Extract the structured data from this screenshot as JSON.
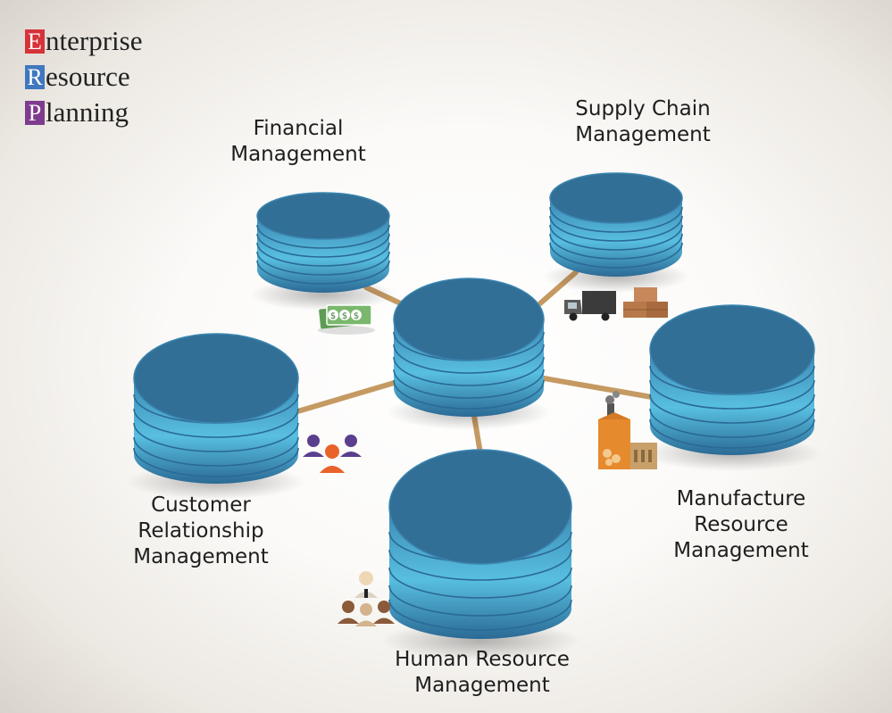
{
  "title": {
    "lines": [
      {
        "letter": "E",
        "rest": "nterprise",
        "color": "#d6323a"
      },
      {
        "letter": "R",
        "rest": "esource",
        "color": "#3f78be"
      },
      {
        "letter": "P",
        "rest": "lanning",
        "color": "#7e3c8e"
      }
    ]
  },
  "modules": {
    "financial": [
      "Financial",
      "Management"
    ],
    "supply_chain": [
      "Supply Chain",
      "Management"
    ],
    "manufacture": [
      "Manufacture",
      "Resource",
      "Management"
    ],
    "human_resource": [
      "Human Resource",
      "Management"
    ],
    "customer_relationship": [
      "Customer",
      "Relationship",
      "Management"
    ]
  },
  "icons": {
    "financial": "money-icon",
    "supply_chain": "delivery-truck-icon",
    "manufacture": "factory-icon",
    "human_resource": "team-hierarchy-icon",
    "customer_relationship": "customer-group-icon"
  },
  "colors": {
    "disk_top": "#2f6f96",
    "disk_band": "#4fb5d8",
    "connector": "#c59a62"
  }
}
